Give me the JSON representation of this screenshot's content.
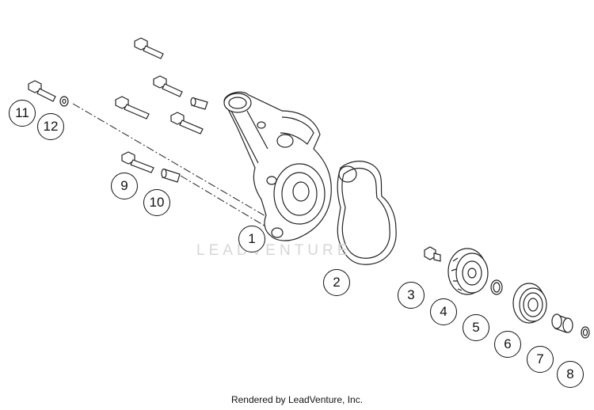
{
  "callouts": [
    {
      "id": "1",
      "label": "1"
    },
    {
      "id": "2",
      "label": "2"
    },
    {
      "id": "3",
      "label": "3"
    },
    {
      "id": "4",
      "label": "4"
    },
    {
      "id": "5",
      "label": "5"
    },
    {
      "id": "6",
      "label": "6"
    },
    {
      "id": "7",
      "label": "7"
    },
    {
      "id": "8",
      "label": "8"
    },
    {
      "id": "9",
      "label": "9"
    },
    {
      "id": "10",
      "label": "10"
    },
    {
      "id": "11",
      "label": "11"
    },
    {
      "id": "12",
      "label": "12"
    }
  ],
  "watermark": "LEADVENTURE",
  "footer": "Rendered by LeadVenture, Inc."
}
